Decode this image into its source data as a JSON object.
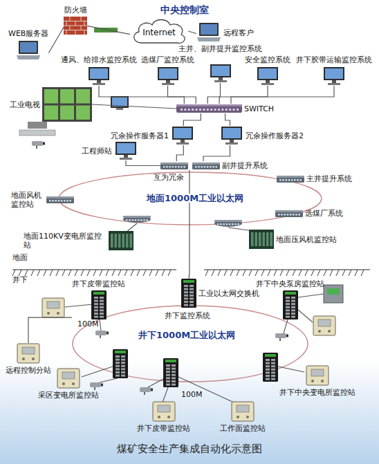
{
  "diagram": {
    "caption": "煤矿安全生产集成自动化示意图",
    "nodes": [
      {
        "text": [
          "WEB服务器"
        ]
      },
      {
        "text": [
          "防火墙"
        ]
      },
      {
        "text": [
          "Internet"
        ]
      },
      {
        "text": [
          "远程客户"
        ]
      },
      {
        "text": [
          "通风、给排水监控系统"
        ]
      },
      {
        "text": [
          "选煤厂监控系统"
        ]
      },
      {
        "text": [
          "主井、副井提升监控系统"
        ]
      },
      {
        "text": [
          "安全监控系统"
        ]
      },
      {
        "text": [
          "井下胶带运输监控系统"
        ]
      },
      {
        "text": [
          "SWITCH"
        ]
      },
      {
        "text": [
          "工业电视"
        ]
      },
      {
        "text": [
          "冗余操作服务器1"
        ]
      },
      {
        "text": [
          "冗余操作服务器2"
        ]
      },
      {
        "text": [
          "工程师站"
        ]
      },
      {
        "text": [
          "副井提升系统"
        ]
      },
      {
        "text": [
          "主井提升系统"
        ]
      },
      {
        "text": [
          "地面风机监控站"
        ]
      },
      {
        "text": [
          "选煤厂系统"
        ]
      },
      {
        "text": [
          "地面110KV变电所监控站"
        ]
      },
      {
        "text": [
          "地面压风机监控站"
        ]
      },
      {
        "text": [
          "工业以太网交换机"
        ]
      },
      {
        "text": [
          "井下皮带监控站"
        ]
      },
      {
        "text": [
          "井下中央泵房监控站"
        ]
      },
      {
        "text": [
          "远程控制分站"
        ]
      },
      {
        "text": [
          "采区变电所监控站"
        ]
      },
      {
        "text": [
          "井下皮带监控站"
        ]
      },
      {
        "text": [
          "工作面监控站"
        ]
      },
      {
        "text": [
          "井下中央变电所监控站"
        ]
      }
    ],
    "edges": [
      {
        "from": 0,
        "to": 1,
        "arrow": "none"
      },
      {
        "from": 1,
        "to": 2,
        "arrow": "none"
      },
      {
        "from": 2,
        "to": 3,
        "arrow": "none"
      },
      {
        "from": 4,
        "to": 9,
        "arrow": "none"
      },
      {
        "from": 5,
        "to": 9,
        "arrow": "none"
      },
      {
        "from": 6,
        "to": 9,
        "arrow": "none"
      },
      {
        "from": 7,
        "to": 9,
        "arrow": "none"
      },
      {
        "from": 8,
        "to": 9,
        "arrow": "none"
      },
      {
        "from": 9,
        "to": 10,
        "arrow": "none"
      },
      {
        "from": 9,
        "to": 11,
        "arrow": "none"
      },
      {
        "from": 9,
        "to": 12,
        "arrow": "none"
      },
      {
        "from": 11,
        "to": 14,
        "arrow": "none"
      },
      {
        "from": 12,
        "to": 14,
        "arrow": "none"
      },
      {
        "from": 13,
        "to": 14,
        "arrow": "none"
      },
      {
        "from": 14,
        "to": 20,
        "arrow": "none"
      },
      {
        "from": 21,
        "to": 23,
        "arrow": "none"
      }
    ],
    "labels": [
      "中央控制室",
      "互为冗余",
      "地面1000M工业以太网",
      "地面",
      "井下",
      "井下监控系统",
      "井下1000M工业以太网",
      "100M",
      "100M"
    ]
  }
}
